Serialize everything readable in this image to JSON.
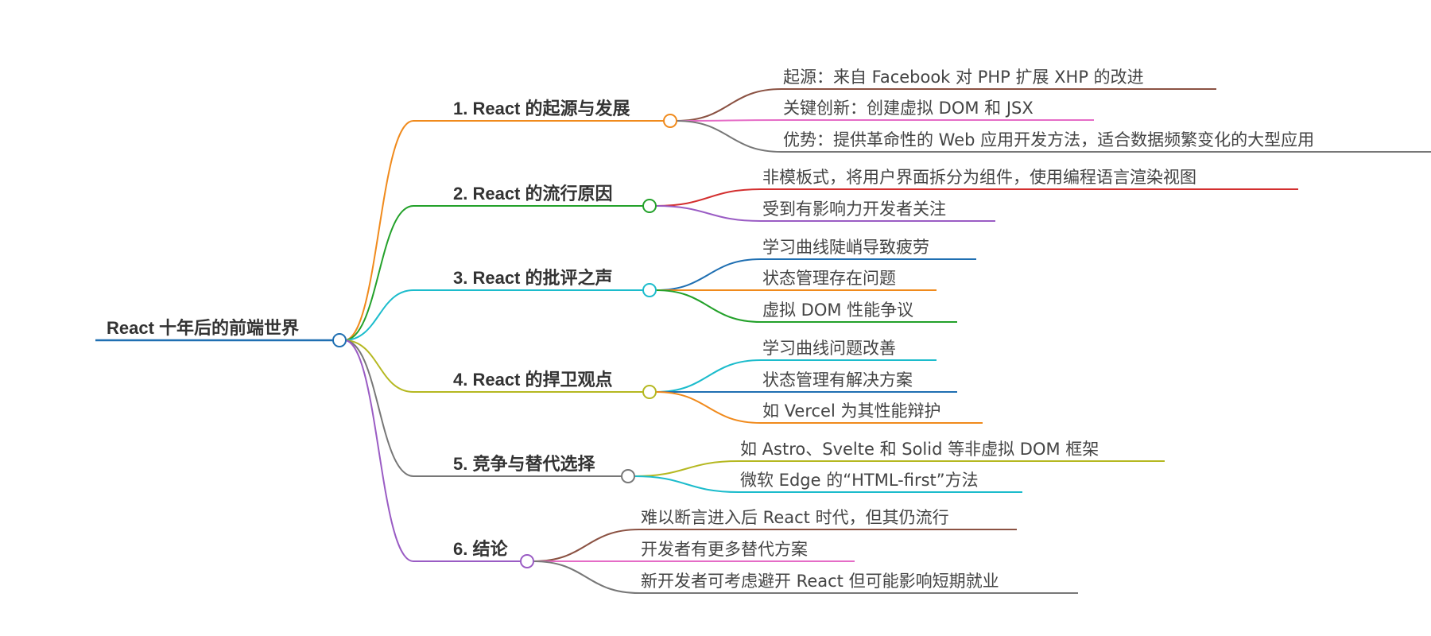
{
  "root": {
    "label": "React 十年后的前端世界",
    "color": "#1f6fb2"
  },
  "branches": [
    {
      "label": "1. React 的起源与发展",
      "color": "#f08a1c",
      "children": [
        {
          "label": "起源：来自 Facebook 对 PHP 扩展 XHP 的改进",
          "color": "#8b5243"
        },
        {
          "label": "关键创新：创建虚拟 DOM 和 JSX",
          "color": "#e56cc6"
        },
        {
          "label": "优势：提供革命性的 Web 应用开发方法，适合数据频繁变化的大型应用",
          "color": "#777777"
        }
      ]
    },
    {
      "label": "2. React 的流行原因",
      "color": "#23a12a",
      "children": [
        {
          "label": "非模板式，将用户界面拆分为组件，使用编程语言渲染视图",
          "color": "#d32f2f"
        },
        {
          "label": "受到有影响力开发者关注",
          "color": "#9a5cc4"
        }
      ]
    },
    {
      "label": "3. React 的批评之声",
      "color": "#1cbccc",
      "children": [
        {
          "label": "学习曲线陡峭导致疲劳",
          "color": "#1f6fb2"
        },
        {
          "label": "状态管理存在问题",
          "color": "#f08a1c"
        },
        {
          "label": "虚拟 DOM 性能争议",
          "color": "#23a12a"
        }
      ]
    },
    {
      "label": "4. React 的捍卫观点",
      "color": "#b5b821",
      "children": [
        {
          "label": "学习曲线问题改善",
          "color": "#1cbccc"
        },
        {
          "label": "状态管理有解决方案",
          "color": "#1f6fb2"
        },
        {
          "label": "如 Vercel 为其性能辩护",
          "color": "#f08a1c"
        }
      ]
    },
    {
      "label": "5. 竞争与替代选择",
      "color": "#777777",
      "children": [
        {
          "label": "如 Astro、Svelte 和 Solid 等非虚拟 DOM 框架",
          "color": "#b5b821"
        },
        {
          "label": "微软 Edge 的“HTML-first”方法",
          "color": "#1cbccc"
        }
      ]
    },
    {
      "label": "6. 结论",
      "color": "#9a5cc4",
      "children": [
        {
          "label": "难以断言进入后 React 时代，但其仍流行",
          "color": "#8b5243"
        },
        {
          "label": "开发者有更多替代方案",
          "color": "#e56cc6"
        },
        {
          "label": "新开发者可考虑避开 React 但可能影响短期就业",
          "color": "#777777"
        }
      ]
    }
  ]
}
